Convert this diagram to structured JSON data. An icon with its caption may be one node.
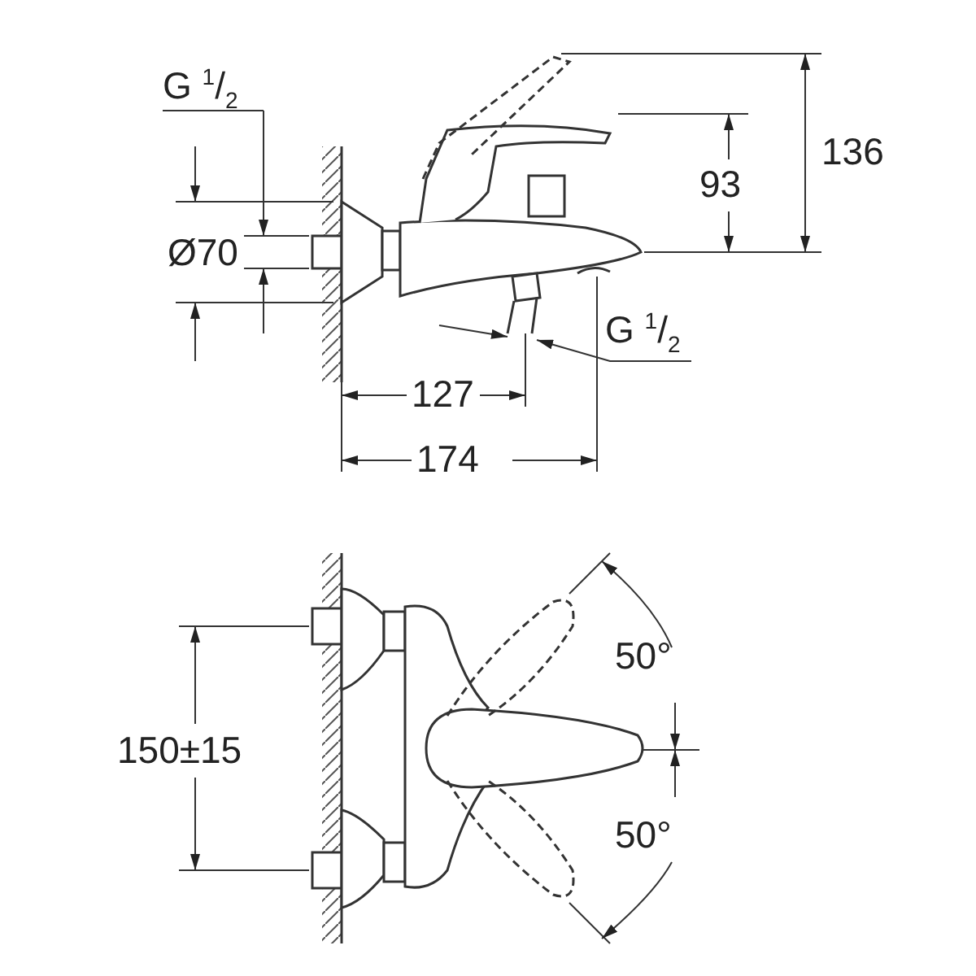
{
  "diagram": {
    "labels": [
      "G $^{1}$/$_{2}$",
      "136",
      "93",
      "Ø70",
      "G $^{1}$/$_{2}$",
      "127",
      "174",
      "50°",
      "150±15",
      "50°"
    ]
  }
}
